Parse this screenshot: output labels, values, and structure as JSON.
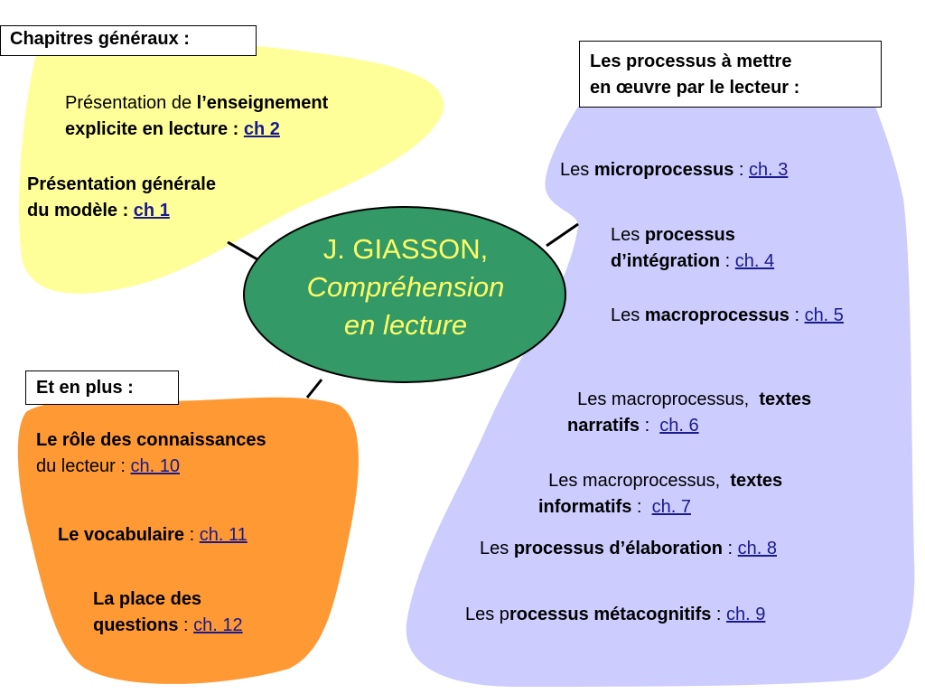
{
  "diagram": {
    "center": {
      "line1": "J. GIASSON,",
      "line2": "Compréhension",
      "line3": "en lecture"
    },
    "colors": {
      "yellow_region": "#ffff99",
      "blue_region": "#ccccff",
      "orange_region": "#ff9933",
      "center_ellipse": "#339966",
      "center_text": "#ffff66",
      "link": "#1a1a8c"
    },
    "chapitres": {
      "label": "Chapitres généraux :",
      "enseignement": {
        "pre": "Présentation de ",
        "bold1": "l’enseignement",
        "bold2": "explicite en lecture : ",
        "link": "ch 2"
      },
      "modele": {
        "line1": "Présentation générale",
        "line2": "du modèle : ",
        "link": "ch 1"
      }
    },
    "processus": {
      "label_line1": "Les processus à mettre",
      "label_line2": "en œuvre par le lecteur :",
      "micro": {
        "pre": "Les ",
        "bold": "microprocessus",
        "sep": " : ",
        "link": "ch. 3"
      },
      "integration": {
        "pre": "Les ",
        "bold1": "processus",
        "bold2": "d’intégration",
        "sep": " : ",
        "link": "ch. 4"
      },
      "macro": {
        "pre": "Les ",
        "bold": "macroprocessus",
        "sep": " : ",
        "link": "ch. 5"
      },
      "narratifs": {
        "pre": "Les macroprocessus,  ",
        "bold1": "textes",
        "bold2": "narratifs",
        "sep": " :  ",
        "link": "ch. 6"
      },
      "informatifs": {
        "pre": "Les macroprocessus,  ",
        "bold1": "textes",
        "bold2": "informatifs",
        "sep": " :  ",
        "link": "ch. 7"
      },
      "elaboration": {
        "pre": "Les ",
        "bold": "processus d’élaboration",
        "sep": " : ",
        "link": "ch. 8"
      },
      "metacognitifs": {
        "pre": "Les p",
        "bold": "rocessus métacognitifs",
        "sep": " : ",
        "link": "ch. 9"
      }
    },
    "plus": {
      "label": "Et en plus :",
      "connaissances": {
        "bold": "Le rôle des connaissances",
        "line2": "du lecteur : ",
        "link": "ch. 10"
      },
      "vocabulaire": {
        "bold": "Le vocabulaire",
        "sep": " : ",
        "link": "ch. 11"
      },
      "questions": {
        "bold1": "La place des",
        "bold2": "questions",
        "sep": " : ",
        "link": "ch. 12"
      }
    }
  }
}
